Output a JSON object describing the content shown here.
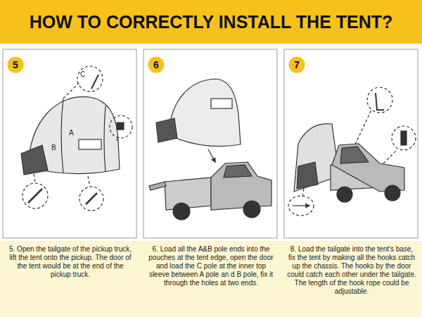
{
  "diagram": {
    "title": "HOW TO CORRECTLY INSTALL THE TENT?",
    "nodes": [
      {
        "text": [
          "5"
        ]
      },
      {
        "text": [
          "6"
        ]
      },
      {
        "text": [
          "7"
        ]
      }
    ],
    "labels": [
      "C",
      "A",
      "B",
      "5. Open the tailgate of the pickup truck, lift the tent onto the pickup. The door of the tent would be at the end of the pickup truck.",
      "6. Load all the A&B pole ends into the pouches at the tent edge, open the door and load the C pole at the inner top sleeve between A pole an d B pole, fix it through the holes at two ends.",
      "8. Load the tailgate into the tent's base, fix the tent by making all the hooks catch up the chassis. The hooks by the door could catch each other under the tailgate. The length of the hook rope could be adjustable."
    ]
  }
}
